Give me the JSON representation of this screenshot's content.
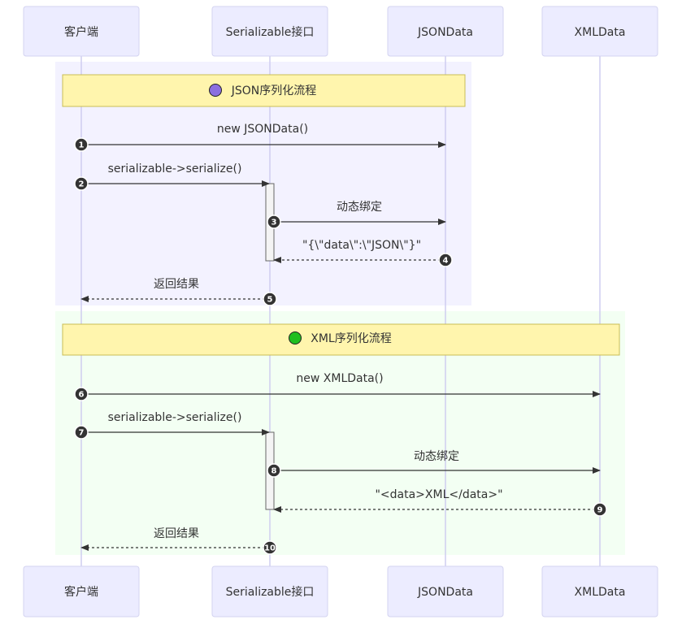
{
  "actors": [
    {
      "id": "client",
      "label": "客户端"
    },
    {
      "id": "serializable",
      "label": "Serializable接口"
    },
    {
      "id": "jsondata",
      "label": "JSONData"
    },
    {
      "id": "xmldata",
      "label": "XMLData"
    }
  ],
  "groups": [
    {
      "id": "json",
      "note": "JSON序列化流程",
      "circle_color": "#8b6fe0",
      "background": "#f3f2ff"
    },
    {
      "id": "xml",
      "note": "XML序列化流程",
      "circle_color": "#1fbf1f",
      "background": "#f3fff3"
    }
  ],
  "messages": [
    {
      "num": "1",
      "from": "client",
      "to": "jsondata",
      "label": "new JSONData()",
      "style": "solid"
    },
    {
      "num": "2",
      "from": "client",
      "to": "serializable",
      "label": "serializable->serialize()",
      "style": "solid"
    },
    {
      "num": "3",
      "from": "serializable",
      "to": "jsondata",
      "label": "动态绑定",
      "style": "solid"
    },
    {
      "num": "4",
      "from": "jsondata",
      "to": "serializable",
      "label": "\"{\\\"data\\\":\\\"JSON\\\"}\"",
      "style": "dotted"
    },
    {
      "num": "5",
      "from": "serializable",
      "to": "client",
      "label": "返回结果",
      "style": "dotted"
    },
    {
      "num": "6",
      "from": "client",
      "to": "xmldata",
      "label": "new XMLData()",
      "style": "solid"
    },
    {
      "num": "7",
      "from": "client",
      "to": "serializable",
      "label": "serializable->serialize()",
      "style": "solid"
    },
    {
      "num": "8",
      "from": "serializable",
      "to": "xmldata",
      "label": "动态绑定",
      "style": "solid"
    },
    {
      "num": "9",
      "from": "xmldata",
      "to": "serializable",
      "label": "\"<data>XML</data>\"",
      "style": "dotted"
    },
    {
      "num": "10",
      "from": "serializable",
      "to": "client",
      "label": "返回结果",
      "style": "dotted"
    }
  ]
}
